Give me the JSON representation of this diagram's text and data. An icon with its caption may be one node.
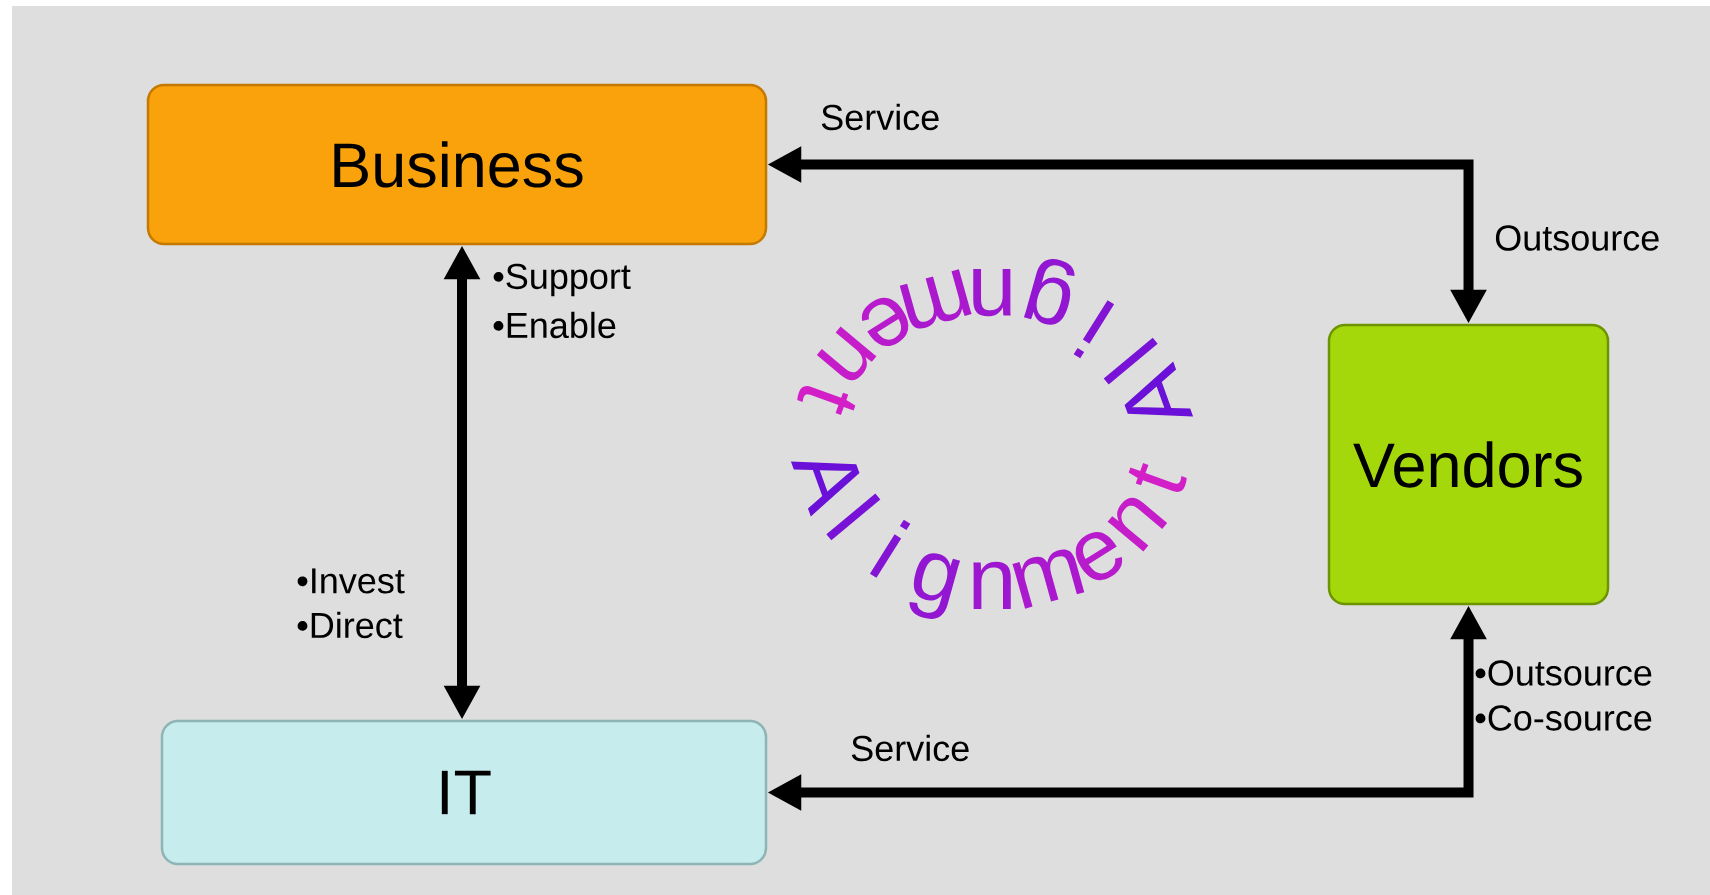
{
  "diagram": {
    "nodes": [
      {
        "text": [
          "Business"
        ]
      },
      {
        "text": [
          "Vendors"
        ]
      },
      {
        "text": [
          "IT"
        ]
      }
    ],
    "edges": [
      {
        "from": 0,
        "to": 1,
        "arrow": "both",
        "label": "Service"
      },
      {
        "from": 0,
        "to": 2,
        "arrow": "both"
      },
      {
        "from": 2,
        "to": 1,
        "arrow": "both",
        "label": "Service"
      }
    ],
    "labels": [
      "Outsource",
      "•Support",
      "•Enable",
      "Alignment",
      "Alignment",
      "•Invest",
      "•Direct",
      "•Outsource",
      "•Co-source"
    ]
  }
}
